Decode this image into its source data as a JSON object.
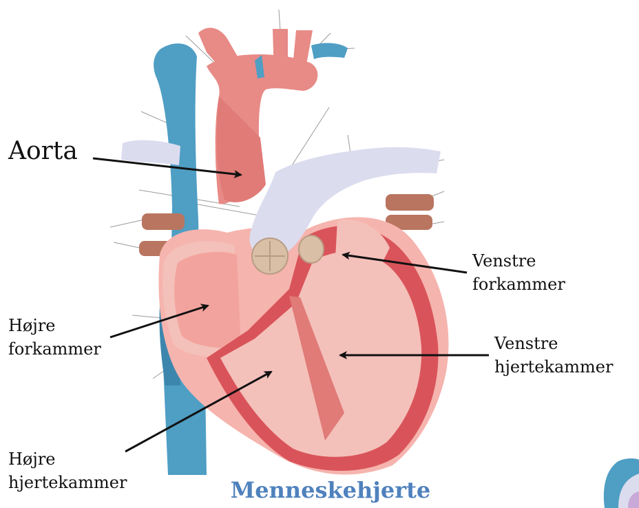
{
  "diagram": {
    "labels": {
      "aorta": "Aorta",
      "left_atrium": [
        "Venstre",
        "forkammer"
      ],
      "right_atrium": [
        "Højre",
        "forkammer"
      ],
      "left_ventricle": [
        "Venstre",
        "hjertekammer"
      ],
      "right_ventricle": [
        "Højre",
        "hjertekammer"
      ]
    },
    "caption": "Menneskehjerte"
  },
  "colors": {
    "vein_blue": "#4f9ec4",
    "artery_red": "#e88a86",
    "muscle_light": "#f6b4ae",
    "chamber_inner": "#f4c0ba",
    "chamber_wall": "#d9545a",
    "pulmonary_lavender": "#dcdcef",
    "valve_tan": "#d8bfa6",
    "caption_blue": "#4f81bd",
    "arrow": "#111111"
  }
}
